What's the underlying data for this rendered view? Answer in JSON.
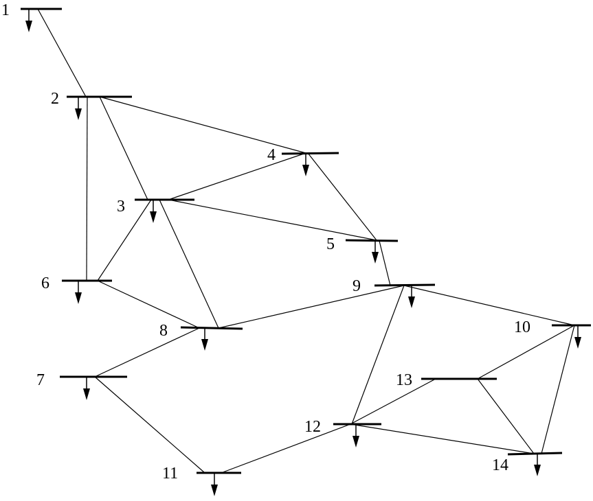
{
  "buses": [
    {
      "id": "1",
      "label": "1"
    },
    {
      "id": "2",
      "label": "2"
    },
    {
      "id": "3",
      "label": "3"
    },
    {
      "id": "4",
      "label": "4"
    },
    {
      "id": "5",
      "label": "5"
    },
    {
      "id": "6",
      "label": "6"
    },
    {
      "id": "7",
      "label": "7"
    },
    {
      "id": "8",
      "label": "8"
    },
    {
      "id": "9",
      "label": "9"
    },
    {
      "id": "10",
      "label": "10"
    },
    {
      "id": "11",
      "label": "11"
    },
    {
      "id": "12",
      "label": "12"
    },
    {
      "id": "13",
      "label": "13"
    },
    {
      "id": "14",
      "label": "14"
    }
  ],
  "branches": [
    [
      "1",
      "2"
    ],
    [
      "2",
      "3"
    ],
    [
      "2",
      "4"
    ],
    [
      "2",
      "6"
    ],
    [
      "3",
      "4"
    ],
    [
      "3",
      "5"
    ],
    [
      "3",
      "6"
    ],
    [
      "3",
      "8"
    ],
    [
      "4",
      "5"
    ],
    [
      "5",
      "9"
    ],
    [
      "6",
      "8"
    ],
    [
      "8",
      "9"
    ],
    [
      "7",
      "8"
    ],
    [
      "7",
      "11"
    ],
    [
      "11",
      "12"
    ],
    [
      "9",
      "12"
    ],
    [
      "9",
      "10"
    ],
    [
      "12",
      "13"
    ],
    [
      "12",
      "14"
    ],
    [
      "13",
      "10"
    ],
    [
      "13",
      "14"
    ],
    [
      "10",
      "14"
    ]
  ],
  "loads": [
    "1",
    "2",
    "3",
    "4",
    "5",
    "6",
    "7",
    "8",
    "9",
    "10",
    "11",
    "12",
    "14"
  ]
}
